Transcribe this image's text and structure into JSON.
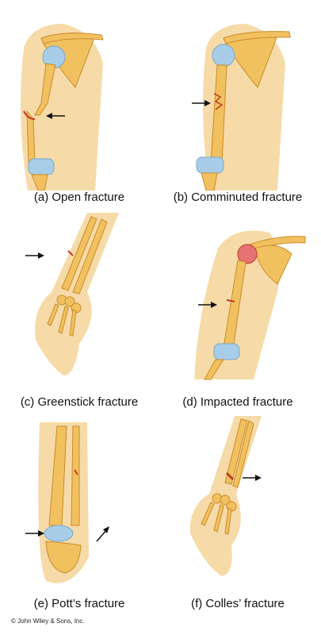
{
  "captions": {
    "a": "(a) Open fracture",
    "b": "(b) Comminuted fracture",
    "c": "(c) Greenstick fracture",
    "d": "(d) Impacted fracture",
    "e": "(e) Pott’s fracture",
    "f": "(f) Colles’ fracture"
  },
  "copyright": "© John Wiley & Sons, Inc.",
  "colors": {
    "skin": "#f6dba8",
    "skin_shade": "#e8b96a",
    "bone": "#f2c15f",
    "bone_edge": "#c98a2a",
    "cartilage": "#a8cde8",
    "injury": "#c0392b",
    "arrow": "#111111"
  }
}
